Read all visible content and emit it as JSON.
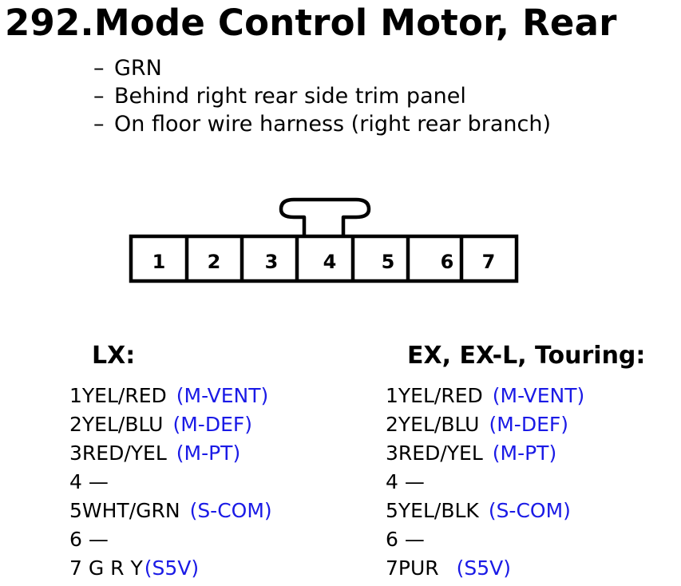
{
  "title": "292.Mode Control Motor, Rear",
  "notes": [
    "GRN",
    "Behind right rear side trim panel",
    "On floor wire harness (right rear branch)"
  ],
  "note_dash": "–",
  "connector": {
    "pins": [
      "1",
      "2",
      "3",
      "4",
      "5",
      "6",
      "7"
    ]
  },
  "colors": {
    "function_text": "#1a1ae6"
  },
  "lx": {
    "heading": "LX:",
    "pins": [
      {
        "num": "1",
        "wire": "YEL/RED",
        "func": "(M-VENT)"
      },
      {
        "num": "2",
        "wire": "YEL/BLU",
        "func": "(M-DEF)"
      },
      {
        "num": "3",
        "wire": "RED/YEL",
        "func": "(M-PT)"
      },
      {
        "num": "4",
        "wire": " —",
        "func": ""
      },
      {
        "num": "5",
        "wire": "WHT/GRN",
        "func": "(S-COM)"
      },
      {
        "num": "6",
        "wire": " —",
        "func": ""
      },
      {
        "num": "7",
        "wire": " G R Y",
        "func": "(S5V)"
      }
    ]
  },
  "ex": {
    "heading": "EX, EX-L, Touring:",
    "pins": [
      {
        "num": "1",
        "wire": "YEL/RED",
        "func": "(M-VENT)"
      },
      {
        "num": "2",
        "wire": "YEL/BLU",
        "func": "(M-DEF)"
      },
      {
        "num": "3",
        "wire": "RED/YEL",
        "func": "(M-PT)"
      },
      {
        "num": "4",
        "wire": " —",
        "func": ""
      },
      {
        "num": "5",
        "wire": "YEL/BLK",
        "func": "(S-COM)"
      },
      {
        "num": "6",
        "wire": " —",
        "func": ""
      },
      {
        "num": "7",
        "wire": "PUR",
        "func": "(S5V)"
      }
    ]
  }
}
